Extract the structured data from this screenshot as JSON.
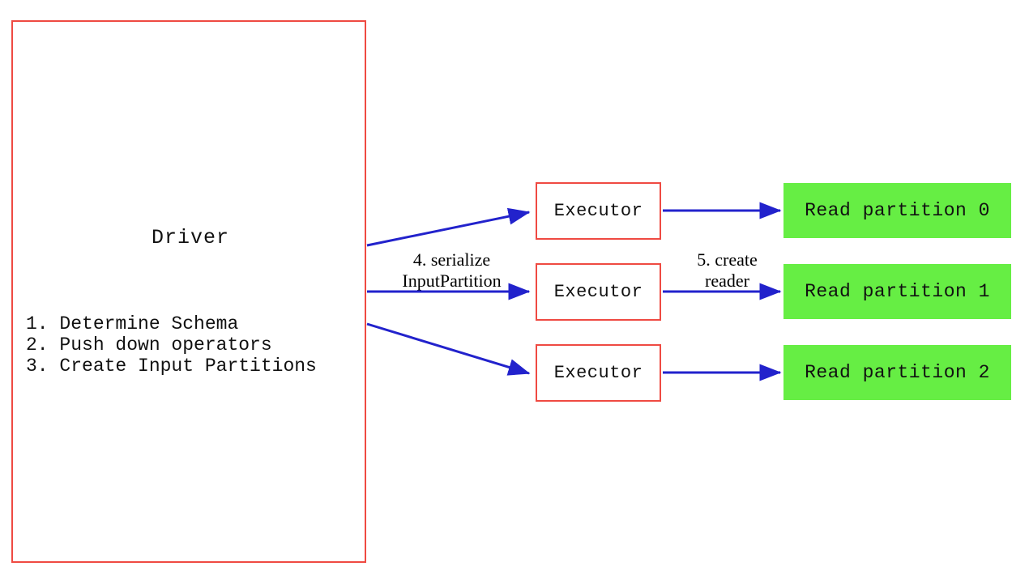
{
  "diagram": {
    "title_text": "Driver",
    "driver": {
      "label": "Driver",
      "steps": "1. Determine Schema\n2. Push down operators\n3. Create Input Partitions",
      "step_items": [
        "1. Determine Schema",
        "2. Push down operators",
        "3. Create Input Partitions"
      ],
      "border_color": "#ef4a42",
      "fill_color": "#ffffff"
    },
    "executors": [
      {
        "label": "Executor"
      },
      {
        "label": "Executor"
      },
      {
        "label": "Executor"
      }
    ],
    "executor_style": {
      "border_color": "#ef4a42",
      "fill_color": "#ffffff"
    },
    "partitions": [
      {
        "label": "Read partition 0"
      },
      {
        "label": "Read partition 1"
      },
      {
        "label": "Read partition 2"
      }
    ],
    "partition_style": {
      "fill_color": "#66ee44",
      "text_color": "#111111"
    },
    "arrow_labels": {
      "serialize": "4. serialize\nInputPartition",
      "serialize_line_1": "4. serialize",
      "serialize_line_2": "InputPartition",
      "create_reader": "5. create\nreader",
      "create_reader_line_1": "5. create",
      "create_reader_line_2": "reader"
    },
    "arrow_color": "#2222cc"
  }
}
